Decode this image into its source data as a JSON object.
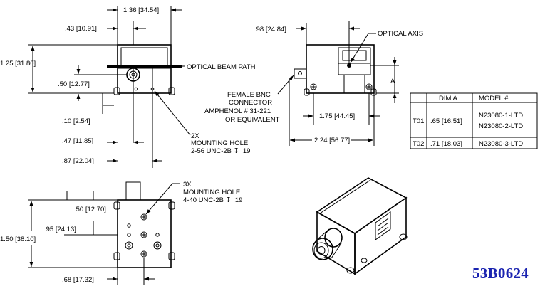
{
  "front_view": {
    "dim_width": "1.36 [34.54]",
    "dim_offset": ".43 [10.91]",
    "dim_height": "1.25 [31.80]",
    "dim_axis_height": ".50 [12.77]",
    "dim_bottom": ".10 [2.54]",
    "dim_hole_a": ".47 [11.85]",
    "dim_hole_b": ".87 [22.04]",
    "beam_label": "OPTICAL BEAM PATH",
    "holes_note": [
      "2X",
      "MOUNTING HOLE",
      "2-56 UNC-2B ↧ .19"
    ]
  },
  "side_view": {
    "dim_offset": ".98 [24.84]",
    "axis_label": "OPTICAL AXIS",
    "dim_a_label": "A",
    "connector_note": [
      "FEMALE BNC",
      "CONNECTOR",
      "AMPHENOL # 31-221",
      "OR EQUIVALENT"
    ],
    "dim_hole_span": "1.75 [44.45]",
    "dim_length": "2.24 [56.77]"
  },
  "bottom_view": {
    "holes_note": [
      "3X",
      "MOUNTING HOLE",
      "4-40 UNC-2B ↧ .19"
    ],
    "dim_a": ".50 [12.70]",
    "dim_b": ".95 [24.13]",
    "dim_height": "1.50 [38.10]",
    "dim_c": ".68 [17.32]"
  },
  "model_table": {
    "headers": [
      "",
      "DIM A",
      "MODEL #"
    ],
    "rows": [
      {
        "code": "T01",
        "dim": ".65 [16.51]",
        "models": [
          "N23080-1-LTD",
          "N23080-2-LTD"
        ]
      },
      {
        "code": "T02",
        "dim": ".71 [18.03]",
        "models": [
          "N23080-3-LTD"
        ]
      }
    ]
  },
  "part_number": "53B0624",
  "colors": {
    "ink": "#000000",
    "part_number": "#1a23b0",
    "background": "#ffffff"
  }
}
